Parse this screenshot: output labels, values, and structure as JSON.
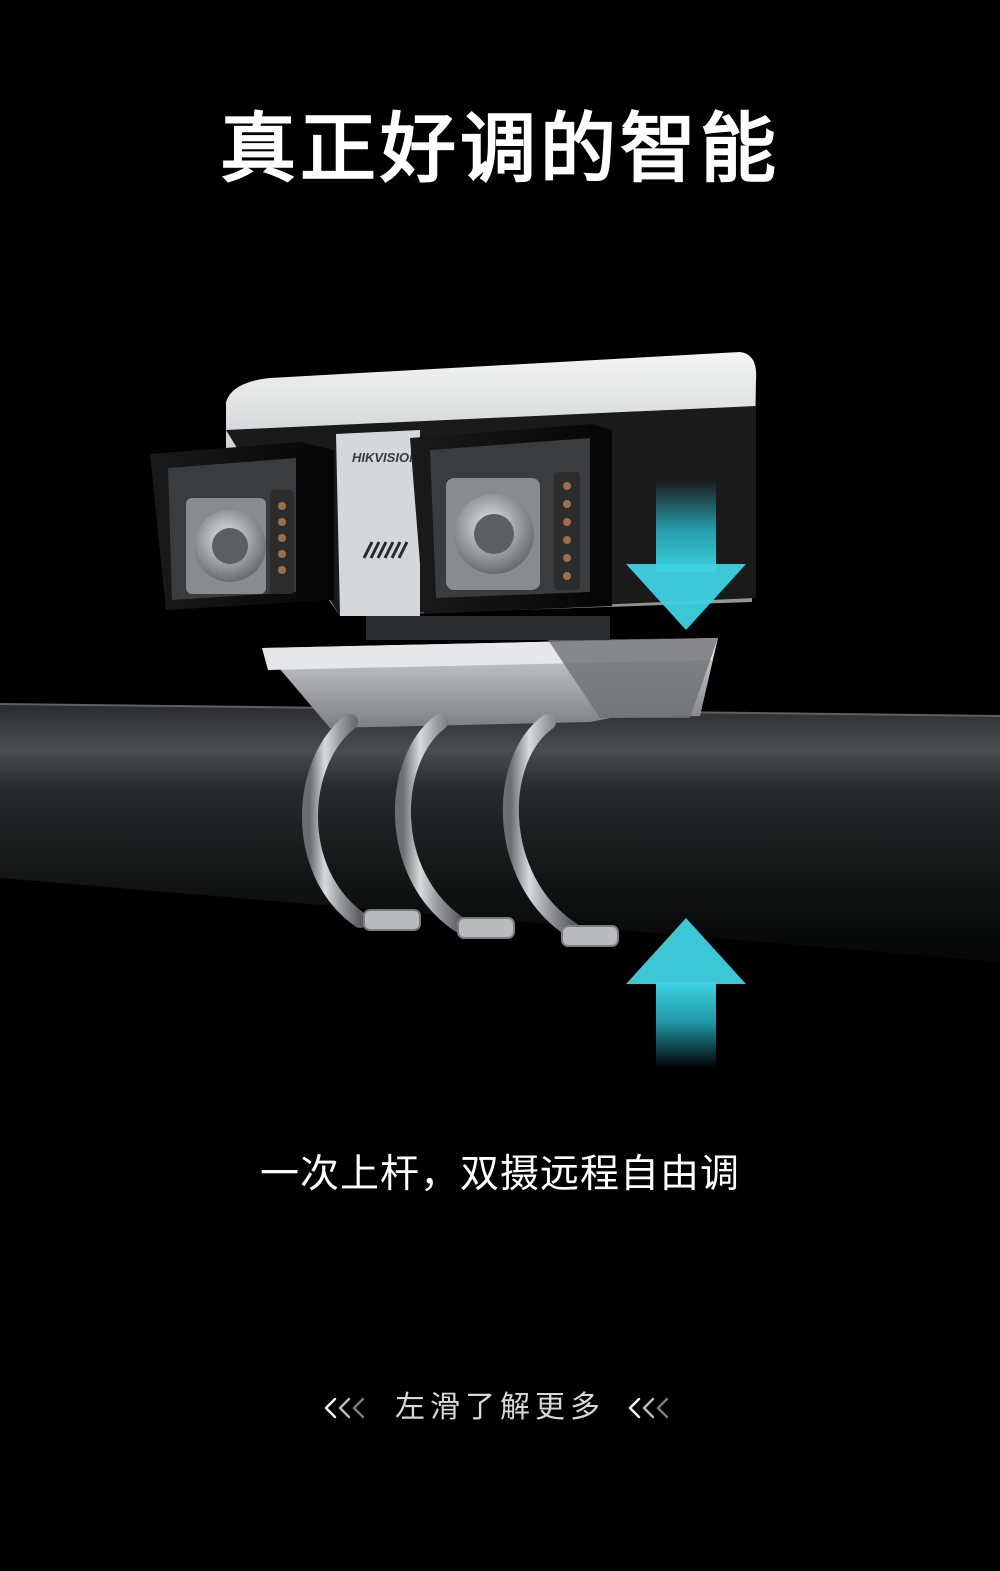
{
  "title": "真正好调的智能",
  "subtitle": "一次上杆，双摄远程自由调",
  "swipe_hint": {
    "text": "左滑了解更多",
    "icon": "triple-chevron-left-icon"
  },
  "product": {
    "brand": "HIKVISION",
    "accent_color": "#29b6c8"
  }
}
